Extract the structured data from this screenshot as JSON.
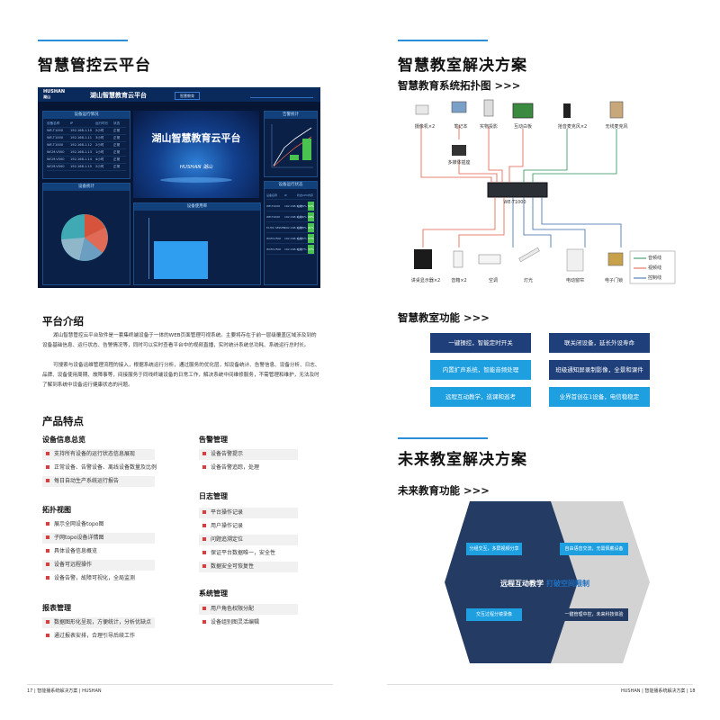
{
  "left": {
    "title": "智慧管控云平台",
    "dashboard": {
      "brand": "HUSHAN",
      "brand_sub": "湖山",
      "title": "湖山智慧教育云平台",
      "nav_btn": "智慧教育",
      "hero_title": "湖山智慧教育云平台",
      "hero_brand": "HUSHAN 湖山",
      "panel_left_top": "设备运行情况",
      "panel_left_cols": [
        "设备名称",
        "IP",
        "运行时长",
        "状态"
      ],
      "panel_left_rows": [
        [
          "WE-T1000",
          "192.168.1.10",
          "2小时",
          "正常"
        ],
        [
          "WE-T1000",
          "192.168.1.11",
          "3小时",
          "正常"
        ],
        [
          "WE-T1000",
          "192.168.1.12",
          "2小时",
          "正常"
        ],
        [
          "WCM-V500",
          "192.168.1.13",
          "1小时",
          "正常"
        ],
        [
          "WCM-V500",
          "192.168.1.14",
          "4小时",
          "正常"
        ],
        [
          "WCM-V500",
          "192.168.1.15",
          "2小时",
          "正常"
        ]
      ],
      "panel_left_mid": "设备统计",
      "panel_right_top": "告警统计",
      "panel_right_mid": "设备运行状态",
      "panel_right_cols": [
        "设备名称",
        "IP",
        "状态",
        "CPU",
        "内存"
      ],
      "panel_right_rows": [
        [
          "WE-T1000",
          "192.168.1.10",
          "在线",
          "9%",
          "32%"
        ],
        [
          "WE-T1000",
          "192.168.1.11",
          "在线",
          "6%",
          "28%"
        ],
        [
          "M-HIC SERVER",
          "192.168.1.20",
          "在线",
          "8%",
          "41%"
        ],
        [
          "WCM-V500",
          "192.168.1.13",
          "在线",
          "5%",
          "27%"
        ],
        [
          "WCM-V500",
          "192.168.1.14",
          "在线",
          "7%",
          "33%"
        ]
      ],
      "panel_bottom": "设备使用率"
    },
    "intro": {
      "title": "平台介绍",
      "p1": "湖山智慧管控云平台软件是一套集终端设备于一体的WEB页面管理可视系统。主要将存在于前一层级覆盖区域涉及到的设备基础信息、运行状态、告警情况等，同时可以实时查看平台中的视频直播，实时统计系统总功耗、系统运行总时长。",
      "p2": "可搜索与设备运维管理流程的接入，根据系统运行分析，通过服务的优化层，知设备统计、告警信息、设备分析、日志、品牌、设备使用周期、故障事等，间接服务于同线终端设备的日常工作，解决系统中间维修服务，不需管理和维护，无法及时了解到系统中设备运行健康状态的问题。"
    },
    "features": {
      "title": "产品特点",
      "g1": {
        "name": "设备信息总览",
        "items": [
          "支持所有设备的运行状态信息展现",
          "正常设备、告警设备、离线设备数量及比例",
          "每日自动生产系统运行报告"
        ]
      },
      "g2": {
        "name": "拓扑视图",
        "items": [
          "展示全网设备topo图",
          "子网topo设备详情图",
          "具体设备信息概览",
          "设备可远程操作",
          "设备告警，故障可视化，全局监测"
        ]
      },
      "g3": {
        "name": "报表管理",
        "items": [
          "数据图形化呈现，方便统计，分析优缺点",
          "通过报表安排，合理引导后续工作"
        ]
      },
      "g4": {
        "name": "告警管理",
        "items": [
          "设备告警提示",
          "设备告警追踪，处理"
        ]
      },
      "g5": {
        "name": "日志管理",
        "items": [
          "平台操作记录",
          "用户操作记录",
          "问题追溯定位",
          "保证平台数据唯一，安全性",
          "数据安全可恢复性"
        ]
      },
      "g6": {
        "name": "系统管理",
        "items": [
          "用户角色权限分配",
          "设备组别图灵活编辑"
        ]
      }
    },
    "footer": "17 | 智能播系统解决方案 | HUSHAN"
  },
  "right": {
    "title": "智慧教室解决方案",
    "topo_title": "智慧教育系统拓扑图 >>>",
    "devices_top": [
      "摄像机×2",
      "笔记本",
      "实物投影",
      "互动白板",
      "拾音麦克风×2",
      "无线麦克风"
    ],
    "device_mid": "多媒体插座",
    "host": "WE-T1000",
    "devices_bottom": [
      "讲桌显示器×2",
      "音箱×2",
      "空调",
      "灯光",
      "电动窗帘",
      "电子门锁"
    ],
    "legend": [
      "音频线",
      "视频线",
      "控制线"
    ],
    "func_title": "智慧教室功能 >>>",
    "funcs_left": [
      "一键操控，智能定时开关",
      "内置扩声系统，智能音频处理",
      "远程互动教学，巡课和巡考"
    ],
    "funcs_right": [
      "联关闭设备，延长外设寿命",
      "班级通知屏录制影像，全景和课件",
      "业界首创在1设备，电信稳稳定"
    ],
    "future_title": "未来教室解决方案",
    "future_func_title": "未来教育功能 >>>",
    "hex_left_top": "分组交互，多屏视频分享",
    "hex_right_top": "自由语音交流，无需佩戴设备",
    "hex_center_a": "远程互动教学",
    "hex_center_b": "打破空间限制",
    "hex_left_bottom": "交互过程分镜录像",
    "hex_right_bottom": "一键管理中控，未来科技体验",
    "footer": "HUSHAN | 智能播系统解决方案 | 18"
  },
  "colors": {
    "accent_blue": "#2a8fd8",
    "dark_navy": "#1f3f7a",
    "cyan": "#1d9fe0",
    "red_bullet": "#e23a3a",
    "hex_dark": "#243b63",
    "hex_gray": "#d3d3d3"
  }
}
